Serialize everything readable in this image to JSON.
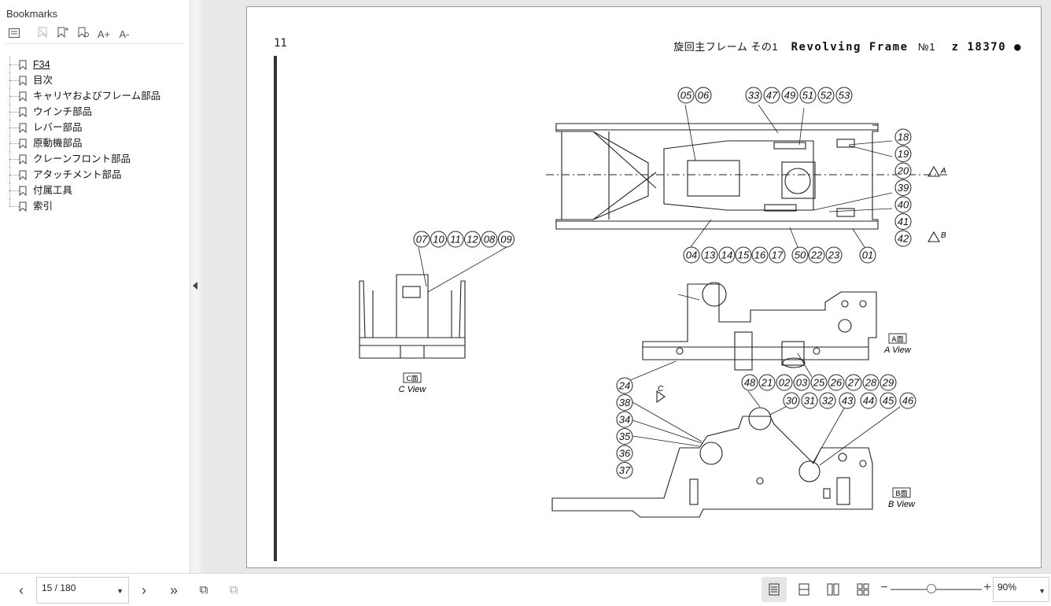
{
  "sidebar": {
    "title": "Bookmarks",
    "tools": [
      {
        "icon": "bookmark-options-icon"
      },
      {
        "icon": "delete-bookmark-icon"
      },
      {
        "icon": "add-bookmark-icon"
      },
      {
        "icon": "bookmark-properties-icon"
      },
      {
        "icon": "increase-text-icon",
        "label": "A+"
      },
      {
        "icon": "decrease-text-icon",
        "label": "A-"
      }
    ],
    "items": [
      {
        "label": "F34"
      },
      {
        "label": "目次"
      },
      {
        "label": "キャリヤおよびフレーム部品"
      },
      {
        "label": "ウインチ部品"
      },
      {
        "label": "レバー部品"
      },
      {
        "label": "原動機部品"
      },
      {
        "label": "クレーンフロント部品"
      },
      {
        "label": "アタッチメント部品"
      },
      {
        "label": "付属工具"
      },
      {
        "label": "索引"
      }
    ]
  },
  "document": {
    "page_number": "11",
    "header_jp": "旋回主フレーム その1",
    "header_en": "Revolving  Frame",
    "header_no": "№1",
    "header_code": "z 18370 ●",
    "c_view_box": "C面",
    "c_view_label": "C View",
    "a_view_box": "A面",
    "a_view_label": "A View",
    "b_view_box": "B面",
    "b_view_label": "B View",
    "arrow_a": "A",
    "arrow_b": "B",
    "arrow_c": "C",
    "callouts_top": [
      "05",
      "06",
      "33",
      "47",
      "49",
      "51",
      "52",
      "53"
    ],
    "callouts_right": [
      "18",
      "19",
      "20",
      "39",
      "40",
      "41",
      "42"
    ],
    "callouts_bottom": [
      "04",
      "13",
      "14",
      "15",
      "16",
      "17",
      "50",
      "22",
      "23",
      "01"
    ],
    "callouts_c": [
      "07",
      "10",
      "11",
      "12",
      "08",
      "09"
    ],
    "callouts_a_row": [
      "48",
      "21",
      "02",
      "03",
      "25",
      "26",
      "27",
      "28",
      "29"
    ],
    "callouts_b_row": [
      "30",
      "31",
      "32",
      "43",
      "44",
      "45",
      "46"
    ],
    "callouts_left": [
      "24",
      "38",
      "34",
      "35",
      "36",
      "37"
    ]
  },
  "toolbar": {
    "page_value": "15 / 180",
    "zoom_value": "90%",
    "colors": {
      "accent": "#e5e5e5",
      "line": "#222222"
    }
  }
}
